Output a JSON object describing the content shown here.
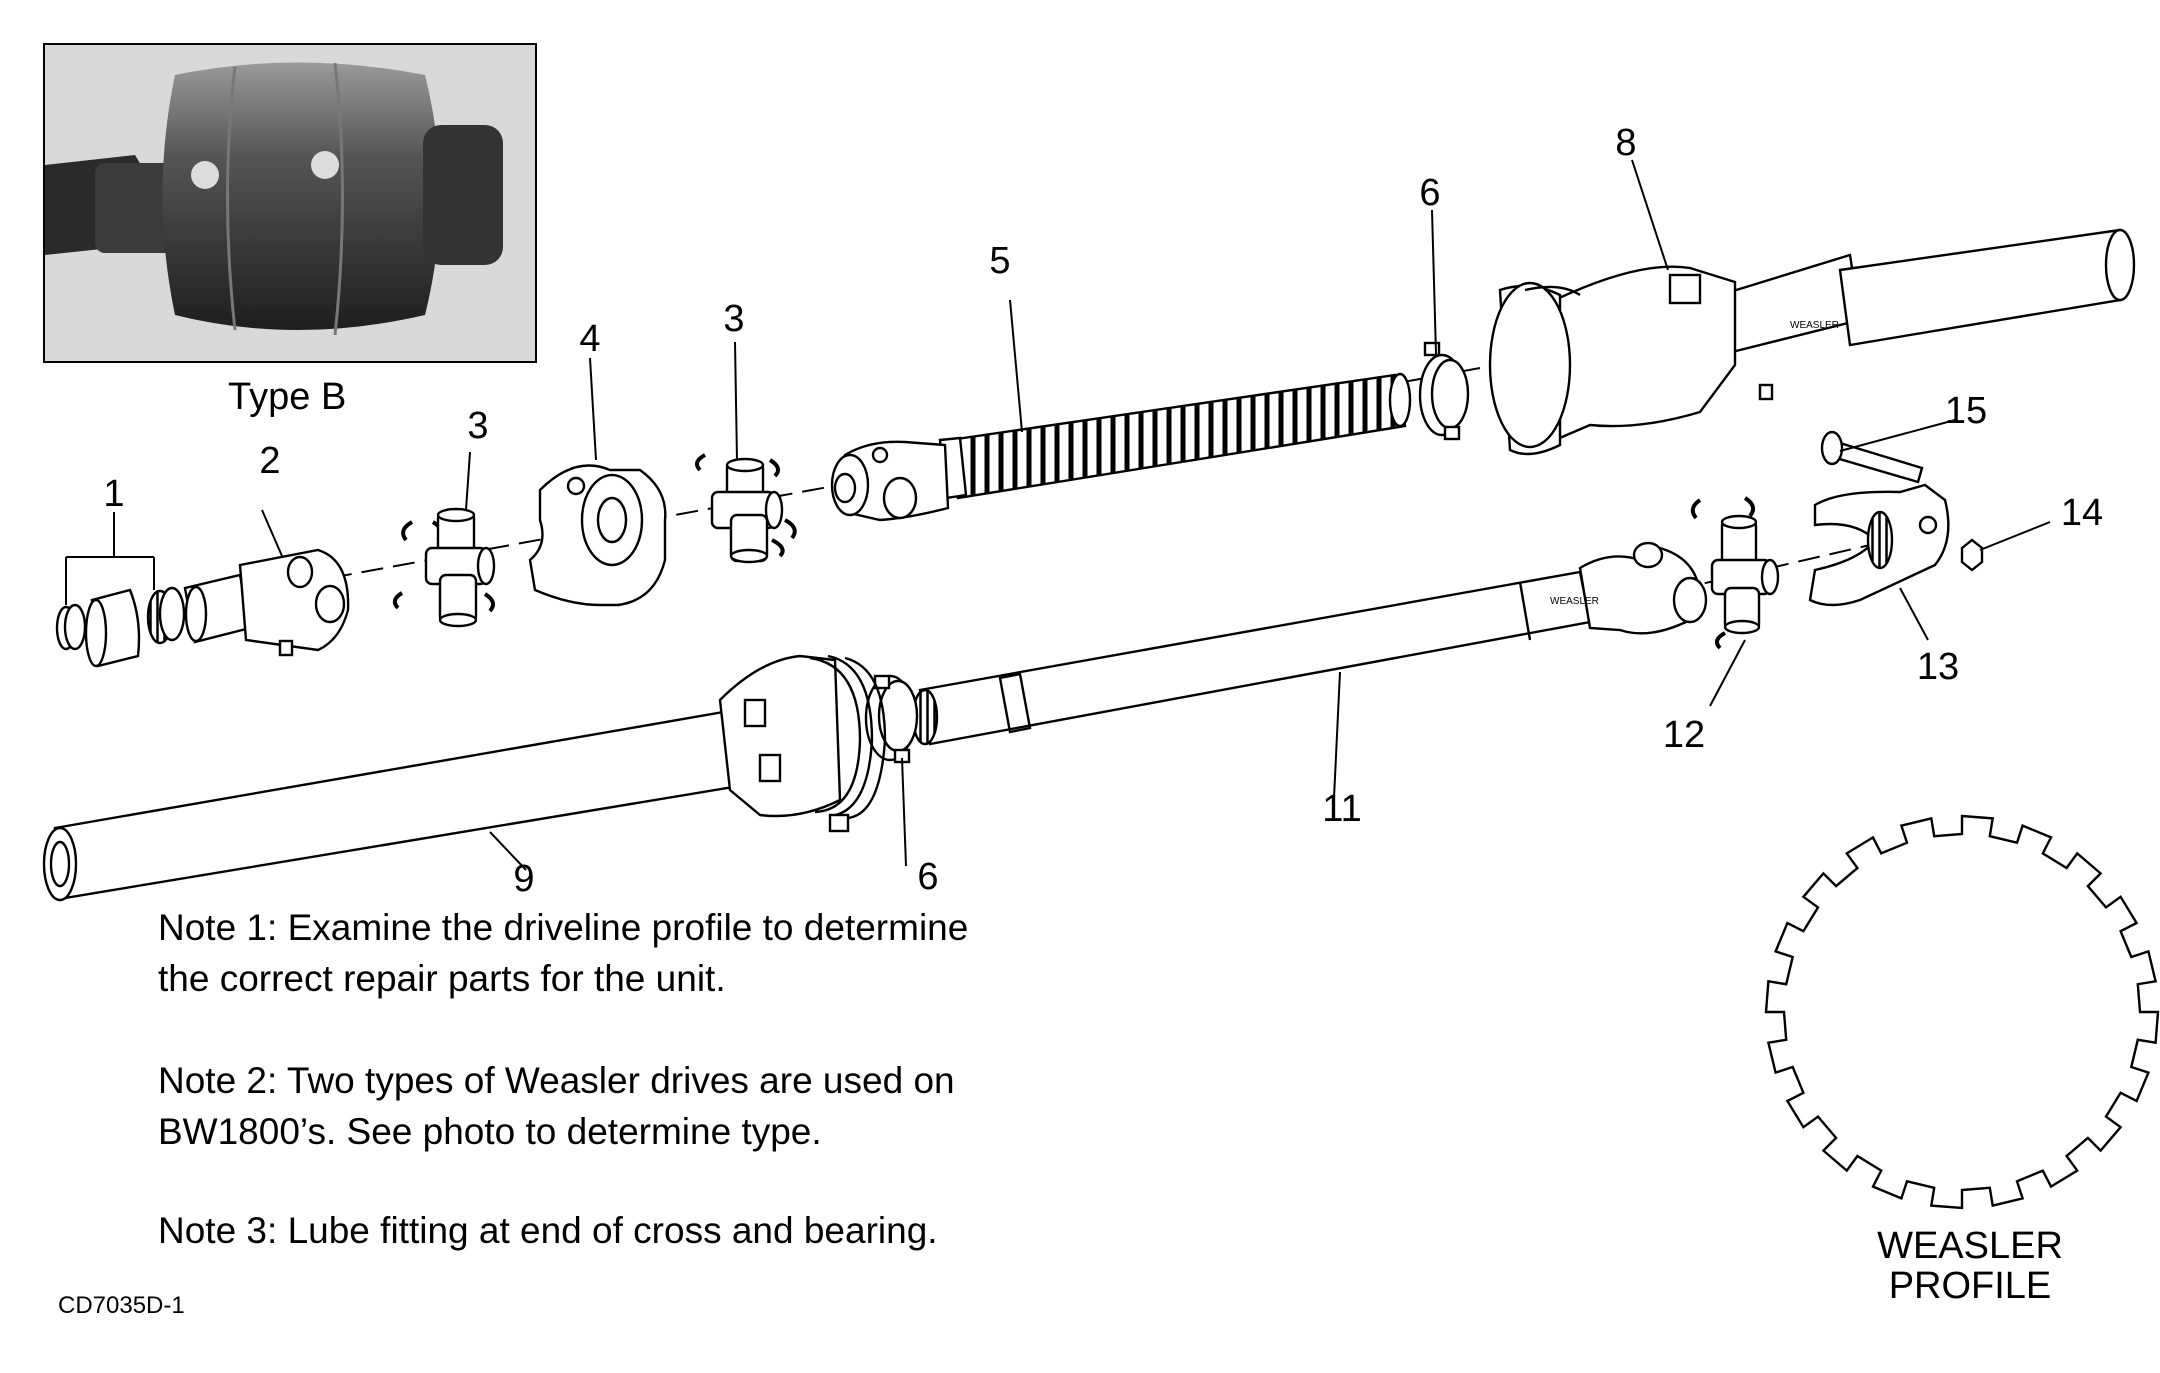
{
  "photo": {
    "caption": "Type B"
  },
  "callouts": [
    "1",
    "2",
    "3",
    "3",
    "4",
    "3",
    "5",
    "6",
    "8",
    "15",
    "14",
    "13",
    "12",
    "11",
    "9",
    "6"
  ],
  "notes": [
    {
      "line1": "Note 1:  Examine the driveline profile to determine",
      "line2": "the correct repair parts for the unit."
    },
    {
      "line1": "Note 2:  Two types of Weasler drives are used on",
      "line2": "BW1800’s.  See photo to determine type."
    },
    {
      "line1": "Note 3:  Lube fitting at end of cross and bearing.",
      "line2": ""
    }
  ],
  "profile": {
    "line1": "WEASLER",
    "line2": "PROFILE"
  },
  "drawing_id": "CD7035D-1"
}
